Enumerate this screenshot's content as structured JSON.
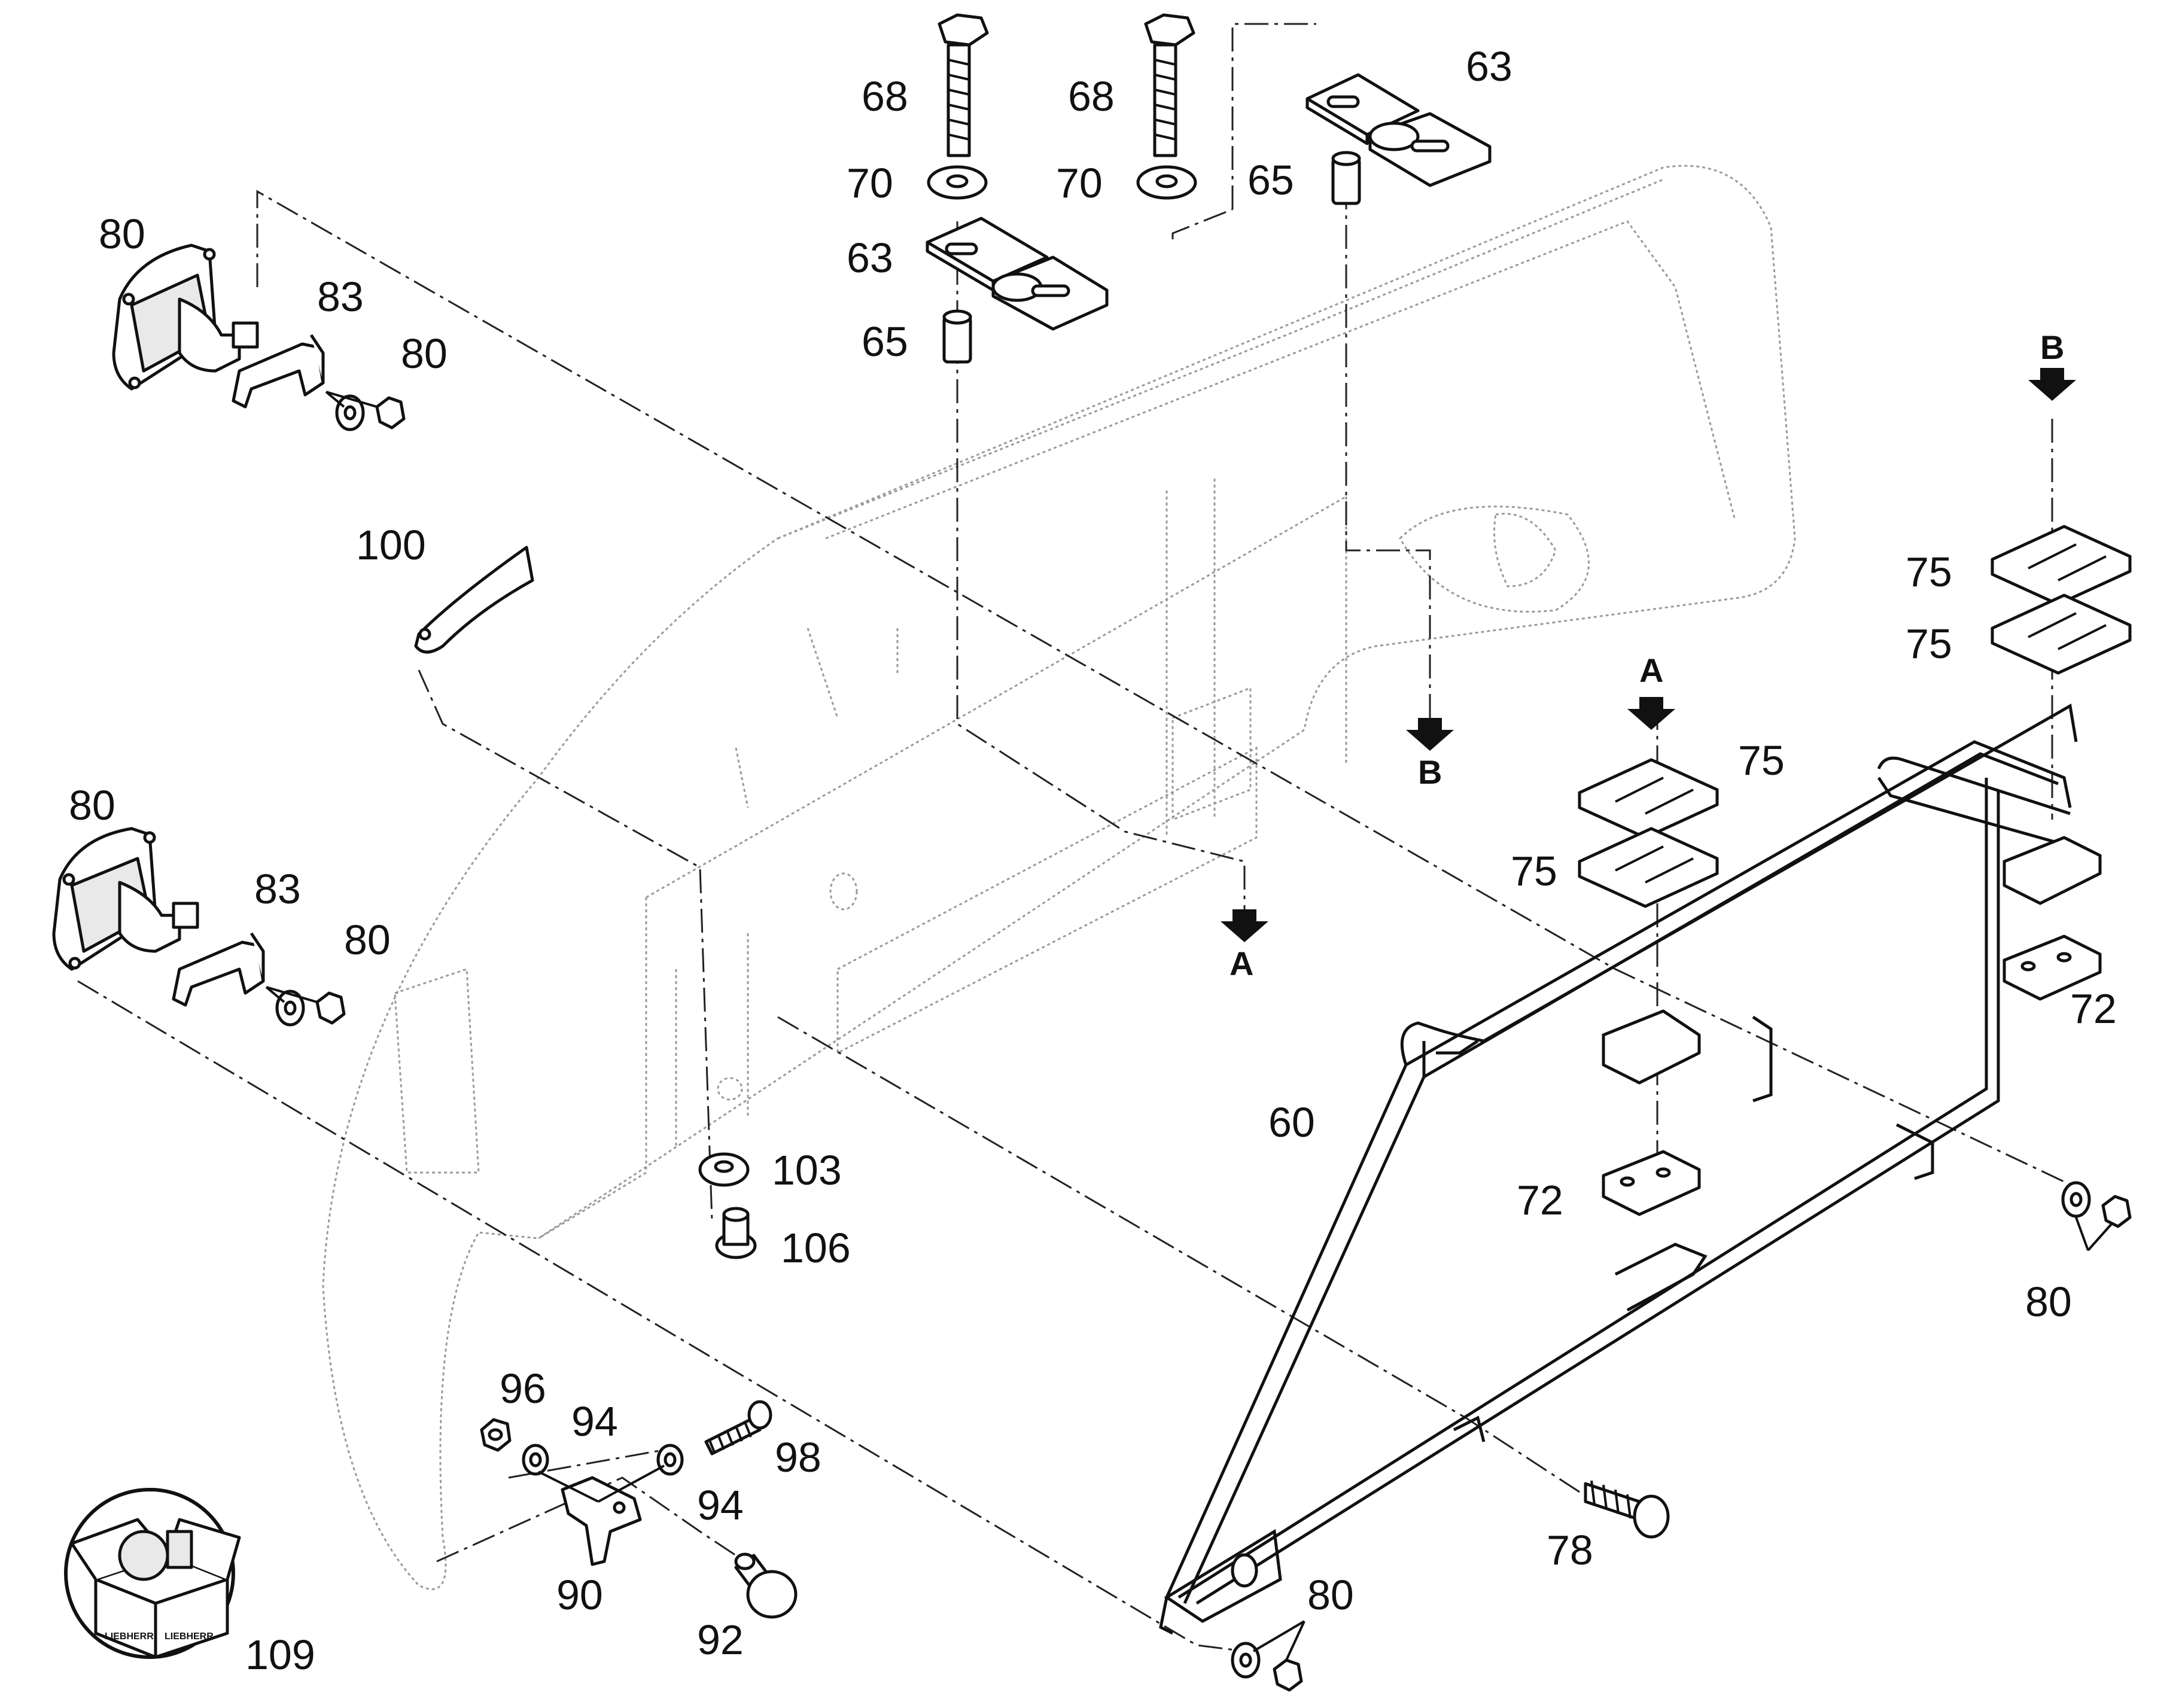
{
  "labels": {
    "l60": "60",
    "l63a": "63",
    "l63b": "63",
    "l65a": "65",
    "l65b": "65",
    "l68a": "68",
    "l68b": "68",
    "l70a": "70",
    "l70b": "70",
    "l72a": "72",
    "l72b": "72",
    "l75a": "75",
    "l75b": "75",
    "l75c": "75",
    "l75d": "75",
    "l78": "78",
    "l80a": "80",
    "l80b": "80",
    "l80c": "80",
    "l80d": "80",
    "l80e": "80",
    "l80f": "80",
    "l83a": "83",
    "l83b": "83",
    "l90": "90",
    "l92": "92",
    "l94a": "94",
    "l94b": "94",
    "l96": "96",
    "l98": "98",
    "l100": "100",
    "l103": "103",
    "l106": "106",
    "l109": "109"
  },
  "sections": {
    "a1": "A",
    "a2": "A",
    "b1": "B",
    "b2": "B"
  },
  "kit_box_brand": "LIEBHERR"
}
